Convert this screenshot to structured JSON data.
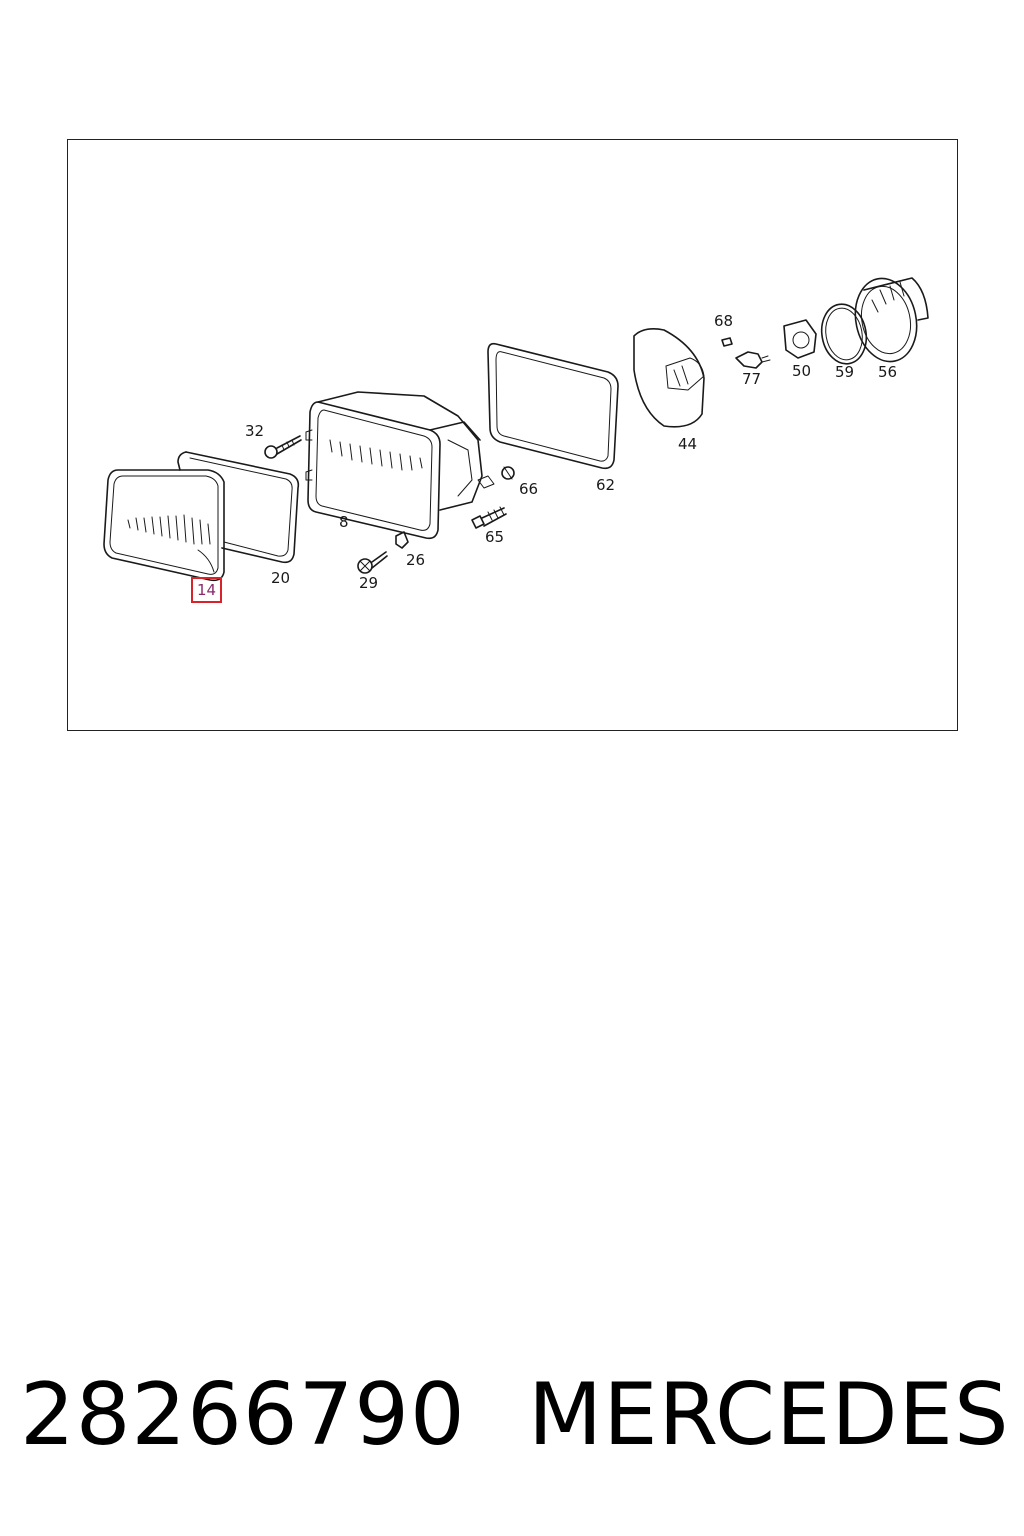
{
  "diagram": {
    "highlight_color": "#d9232a",
    "highlighted_part": "14",
    "callouts": [
      "32",
      "20",
      "14",
      "8",
      "29",
      "26",
      "65",
      "66",
      "62",
      "44",
      "68",
      "77",
      "50",
      "59",
      "56"
    ]
  },
  "footer": {
    "part_number": "28266790",
    "brand": "MERCEDES"
  }
}
